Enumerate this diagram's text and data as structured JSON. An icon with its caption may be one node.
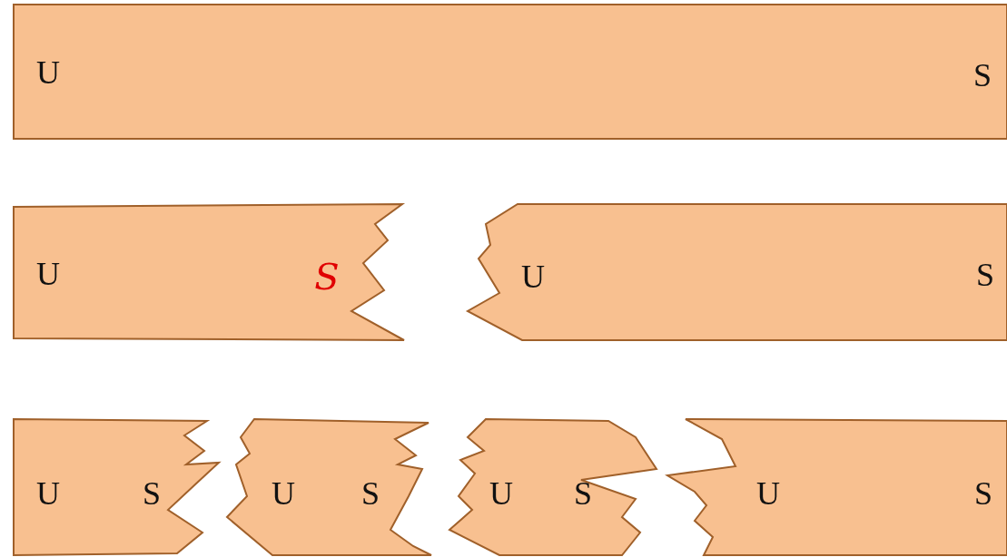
{
  "diagram": {
    "nodes": [
      {
        "text": [
          "U",
          "S"
        ]
      },
      {
        "text": [
          "U",
          "S"
        ]
      },
      {
        "text": [
          "U",
          "S"
        ]
      },
      {
        "text": [
          "U",
          "S"
        ]
      },
      {
        "text": [
          "U",
          "S"
        ]
      },
      {
        "text": [
          "U",
          "S"
        ]
      },
      {
        "text": [
          "U",
          "S"
        ]
      }
    ]
  }
}
